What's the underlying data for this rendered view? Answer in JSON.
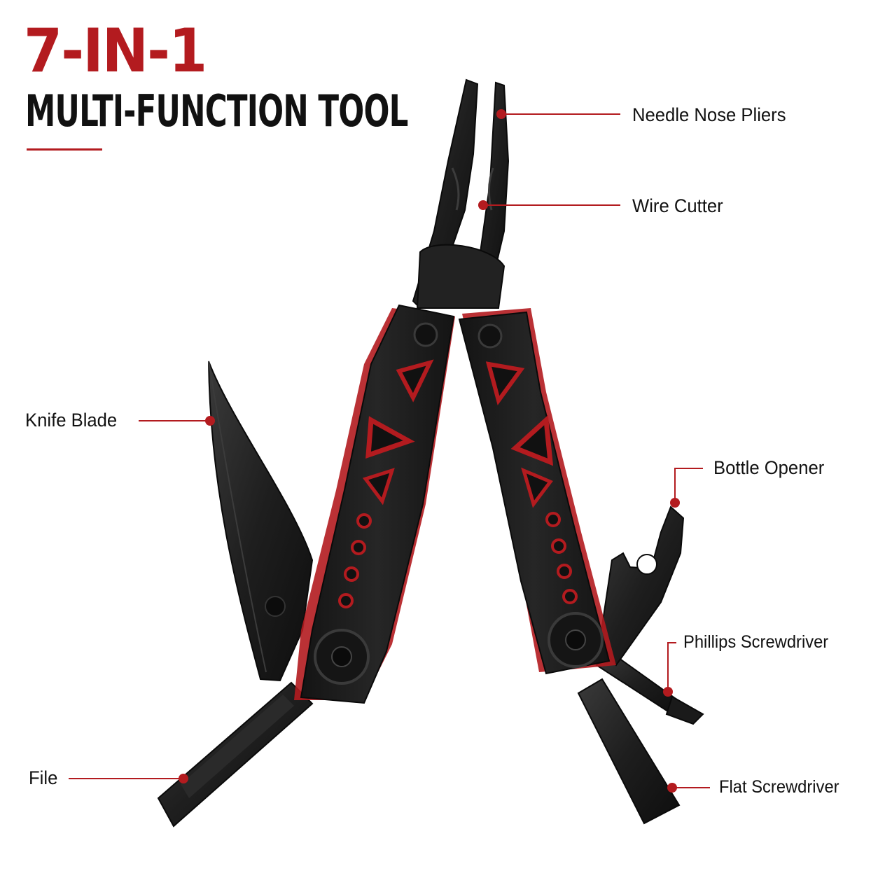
{
  "header": {
    "title": "7-IN-1",
    "subtitle": "MULTI-FUNCTION TOOL"
  },
  "callouts": {
    "needle_nose": "Needle Nose Pliers",
    "wire_cutter": "Wire Cutter",
    "knife_blade": "Knife Blade",
    "bottle_opener": "Bottle Opener",
    "phillips": "Phillips Screwdriver",
    "file": "File",
    "flat": "Flat Screwdriver"
  },
  "colors": {
    "accent": "#b31b1f",
    "tool_body": "#1b1b1b",
    "text": "#111111"
  }
}
